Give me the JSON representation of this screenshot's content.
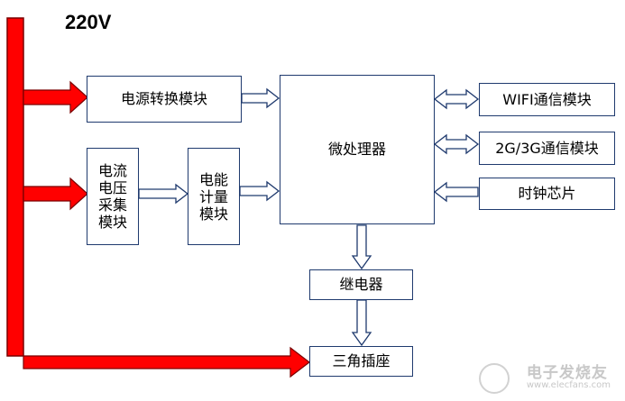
{
  "voltage_label": "220V",
  "boxes": {
    "power_convert": "电源转换模块",
    "current_voltage": "电流\n电压\n采集\n模块",
    "energy_meter": "电能\n计量\n模块",
    "mcu": "微处理器",
    "wifi": "WIFI通信模块",
    "cellular": "2G/3G通信模块",
    "clock": "时钟芯片",
    "relay": "继电器",
    "socket": "三角插座"
  },
  "watermark": {
    "name": "电子发烧友",
    "url": "www.elecfans.com"
  },
  "colors": {
    "mains": "#ff0000",
    "mains_edge": "#7a0000",
    "box_border": "#1f3a6e",
    "arrow_stroke": "#1f3a6e"
  }
}
